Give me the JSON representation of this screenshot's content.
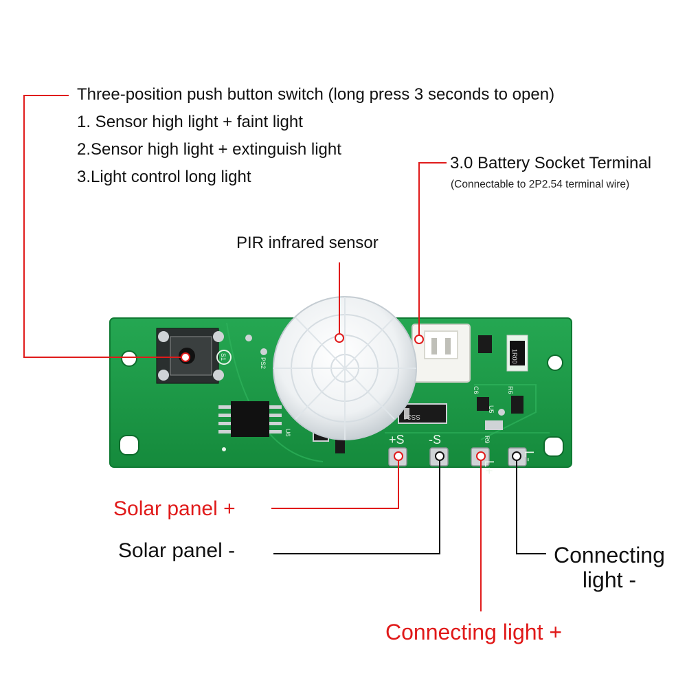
{
  "labels": {
    "switch_title": "Three-position push button switch (long press 3 seconds to open)",
    "switch_mode_1": "1. Sensor high light + faint light",
    "switch_mode_2": "2.Sensor high light + extinguish light",
    "switch_mode_3": "3.Light control long light",
    "battery_title": "3.0 Battery Socket Terminal",
    "battery_note": "(Connectable to 2P2.54 terminal wire)",
    "pir_sensor": "PIR infrared sensor",
    "solar_plus": "Solar panel +",
    "solar_minus": "Solar panel -",
    "light_minus_line1": "Connecting",
    "light_minus_line2": "light -",
    "light_plus": "Connecting light +"
  },
  "board_marks": {
    "pad_solar_plus": "+S",
    "pad_solar_minus": "-S",
    "pad_light_plus": "L+",
    "pad_light_minus": "L-",
    "button_ref": "S1",
    "pir_ref": "PS2",
    "chip_ref": "U6",
    "diode_ref": "SS34",
    "regulator_ref": "U5",
    "resistor_r9": "R9",
    "resistor_r6": "R6",
    "cap_ref": "C6",
    "resistor_code": "1R00"
  },
  "colors": {
    "accent_red": "#e01a1a",
    "leader_black": "#111111",
    "pcb_green": "#1e9a47",
    "pcb_edge": "#0f7a33",
    "silkscreen": "#e8f5ea",
    "pad_silver": "#cfd3d6"
  }
}
